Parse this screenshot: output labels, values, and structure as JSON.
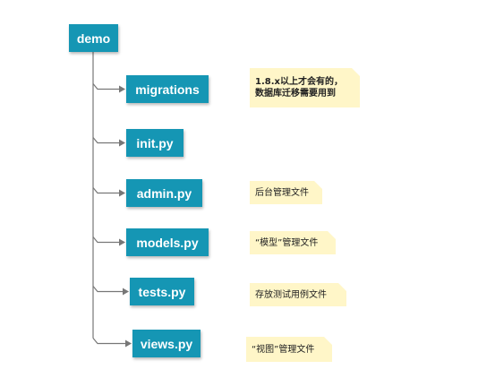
{
  "root": {
    "label": "demo"
  },
  "children": [
    {
      "id": "migrations",
      "label": "migrations",
      "note": [
        "1.8.x以上才会有的，",
        "数据库迁移需要用到"
      ]
    },
    {
      "id": "init",
      "label": "init.py",
      "note": []
    },
    {
      "id": "admin",
      "label": "admin.py",
      "note": [
        "后台管理文件"
      ]
    },
    {
      "id": "models",
      "label": "models.py",
      "note": [
        "“模型”管理文件"
      ]
    },
    {
      "id": "tests",
      "label": "tests.py",
      "note": [
        "存放测试用例文件"
      ]
    },
    {
      "id": "views",
      "label": "views.py",
      "note": [
        "“视图”管理文件"
      ]
    }
  ],
  "colors": {
    "node": "#1596b4",
    "note": "#fff6c8",
    "connector": "#777777"
  }
}
